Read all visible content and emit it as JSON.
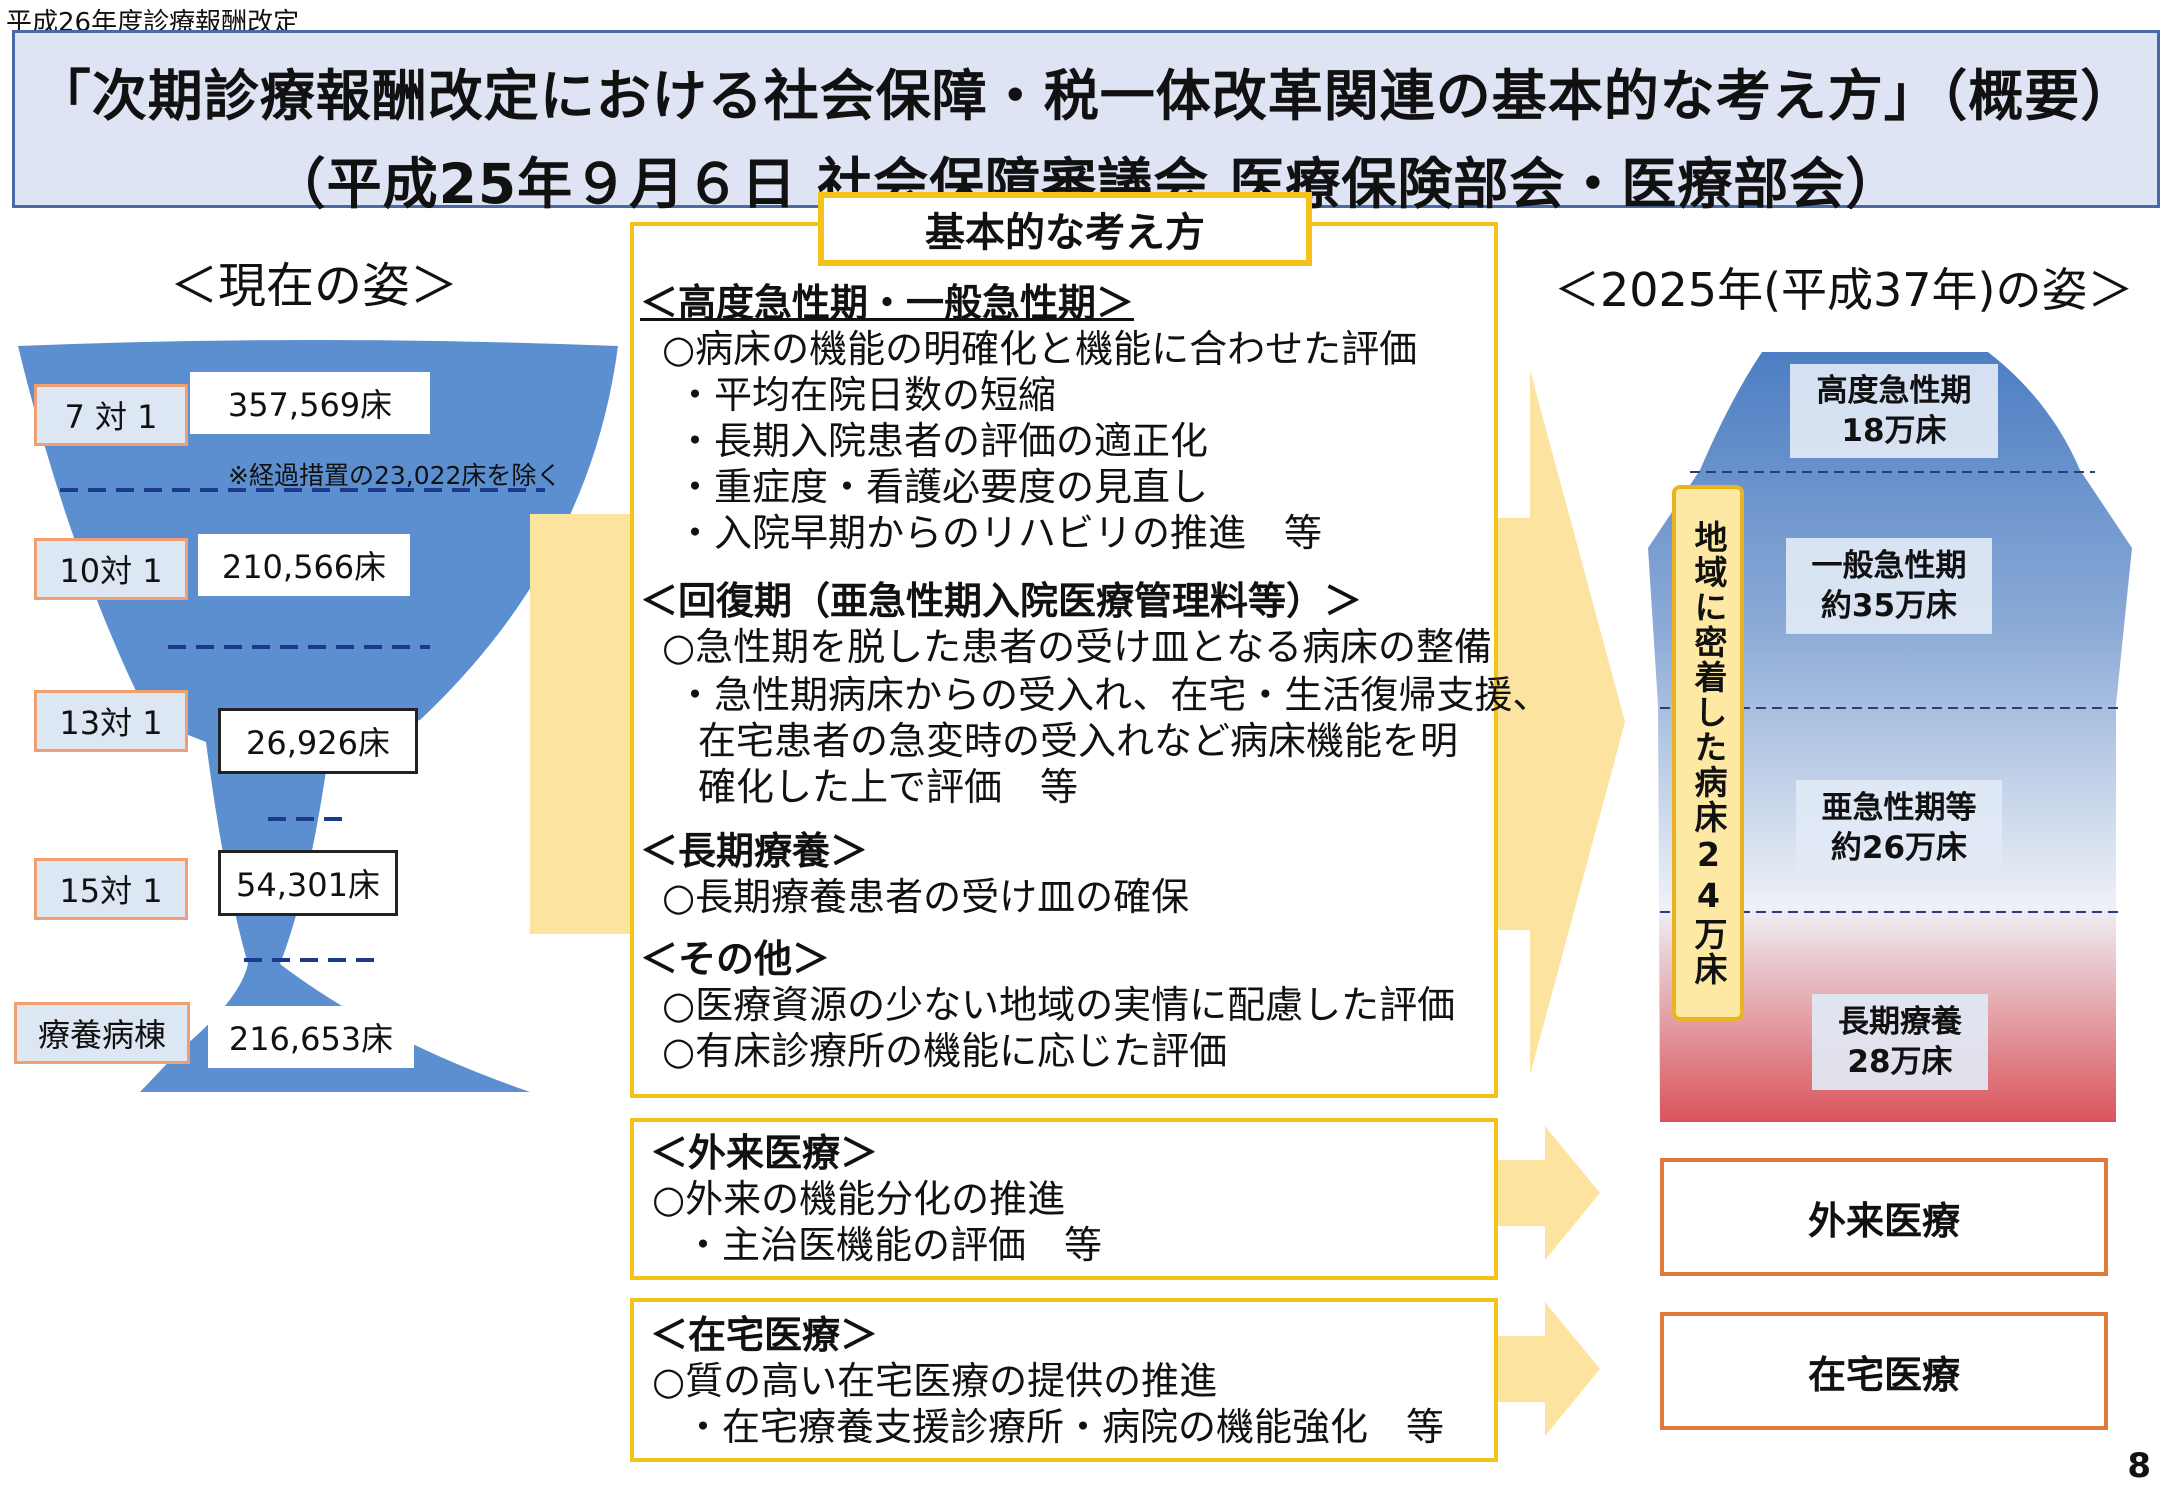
{
  "header": {
    "fiscal_label": "平成26年度診療報酬改定",
    "title_line1": "「次期診療報酬改定における社会保障・税一体改革関連の基本的な考え方」（概要）",
    "title_line2": "（平成25年９月６日 社会保障審議会 医療保険部会・医療部会）"
  },
  "left": {
    "heading": "＜現在の姿＞",
    "rows": [
      {
        "label": "7 対 1",
        "value": "357,569床"
      },
      {
        "label": "10対 1",
        "value": "210,566床"
      },
      {
        "label": "13対 1",
        "value": "26,926床"
      },
      {
        "label": "15対 1",
        "value": "54,301床"
      },
      {
        "label": "療養病棟",
        "value": "216,653床"
      }
    ],
    "note": "※経過措置の23,022床を除く"
  },
  "center": {
    "title": "基本的な考え方",
    "main_panel": [
      {
        "text": "＜高度急性期・一般急性期＞"
      },
      {
        "text": "○病床の機能の明確化と機能に合わせた評価"
      },
      {
        "text": "・平均在院日数の短縮"
      },
      {
        "text": "・長期入院患者の評価の適正化"
      },
      {
        "text": "・重症度・看護必要度の見直し"
      },
      {
        "text": "・入院早期からのリハビリの推進　等"
      },
      {
        "text": "＜回復期（亜急性期入院医療管理料等）＞"
      },
      {
        "text": "○急性期を脱した患者の受け皿となる病床の整備"
      },
      {
        "text": "・急性期病床からの受入れ、在宅・生活復帰支援、"
      },
      {
        "text": "在宅患者の急変時の受入れなど病床機能を明"
      },
      {
        "text": "確化した上で評価　等"
      },
      {
        "text": "＜長期療養＞"
      },
      {
        "text": "○長期療養患者の受け皿の確保"
      },
      {
        "text": "＜その他＞"
      },
      {
        "text": "○医療資源の少ない地域の実情に配慮した評価"
      },
      {
        "text": "○有床診療所の機能に応じた評価"
      }
    ],
    "outpatient_panel": [
      {
        "text": "＜外来医療＞"
      },
      {
        "text": "○外来の機能分化の推進"
      },
      {
        "text": "・主治医機能の評価　等"
      }
    ],
    "homecare_panel": [
      {
        "text": "＜在宅医療＞"
      },
      {
        "text": "○質の高い在宅医療の提供の推進"
      },
      {
        "text": "・在宅療養支援診療所・病院の機能強化　等"
      }
    ]
  },
  "right": {
    "heading": "＜2025年(平成37年)の姿＞",
    "tiers": [
      {
        "name": "高度急性期",
        "count": "18万床"
      },
      {
        "name": "一般急性期",
        "count": "約35万床"
      },
      {
        "name": "亜急性期等",
        "count": "約26万床"
      },
      {
        "name": "長期療養",
        "count": "28万床"
      }
    ],
    "vertical_label": "地域に密着した病床24万床",
    "outpatient_box": "外来医療",
    "homecare_box": "在宅医療"
  },
  "colors": {
    "funnel_blue": "#5b8fcf",
    "gold_border": "#f5c21a",
    "orange_border": "#e07a3a",
    "arrow_fill": "#fde3a0",
    "bottom_red": "#d9545a"
  },
  "page_number": "8"
}
